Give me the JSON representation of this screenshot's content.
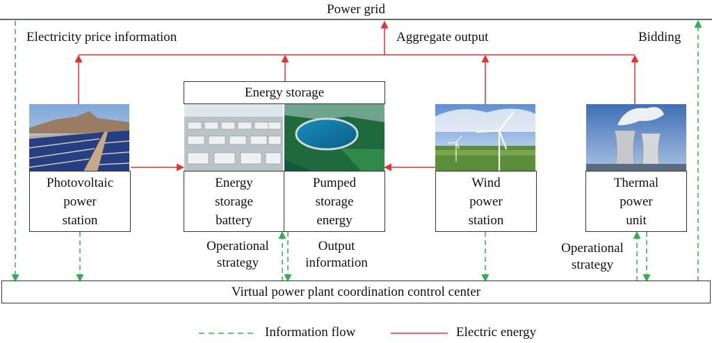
{
  "grid": {
    "title": "Power grid"
  },
  "flows": {
    "price_info": "Electricity price information",
    "aggregate_output": "Aggregate output",
    "bidding": "Bidding",
    "operational_strategy_left": [
      "Operational",
      "strategy"
    ],
    "output_information": [
      "Output",
      "information"
    ],
    "operational_strategy_right": [
      "Operational",
      "strategy"
    ]
  },
  "storage": {
    "header": "Energy storage",
    "battery": [
      "Energy",
      "storage",
      "battery"
    ],
    "pumped": [
      "Pumped",
      "storage",
      "energy"
    ]
  },
  "units": {
    "pv": [
      "Photovoltaic",
      "power",
      "station"
    ],
    "wind": [
      "Wind",
      "power",
      "station"
    ],
    "thermal": [
      "Thermal",
      "power",
      "unit"
    ]
  },
  "control_center": "Virtual power plant coordination control center",
  "legend": {
    "info_flow": "Information flow",
    "electric": "Electric energy"
  },
  "colors": {
    "electric": "#e8312f",
    "info": "#2db24a",
    "line": "#333333"
  }
}
